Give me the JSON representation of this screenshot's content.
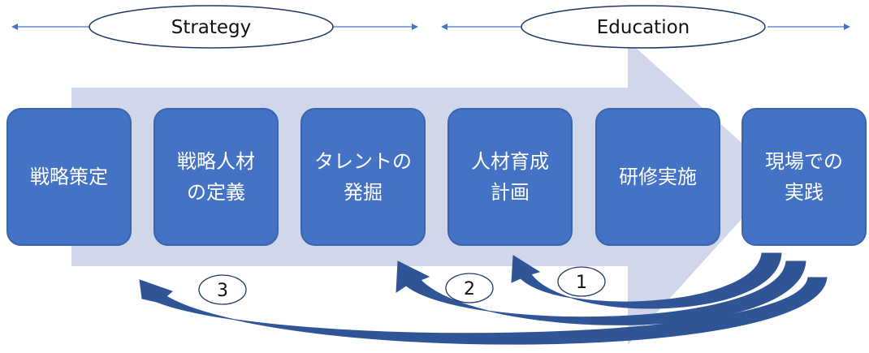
{
  "phases": [
    {
      "label": "Strategy"
    },
    {
      "label": "Education"
    }
  ],
  "steps": [
    {
      "label": "戦略策定"
    },
    {
      "label": "戦略人材\nの定義"
    },
    {
      "label": "タレントの\n発掘"
    },
    {
      "label": "人材育成\n計画"
    },
    {
      "label": "研修実施"
    },
    {
      "label": "現場での\n実践"
    }
  ],
  "feedback": [
    {
      "label": "1"
    },
    {
      "label": "2"
    },
    {
      "label": "3"
    }
  ],
  "colors": {
    "box": "#4472c4",
    "big_arrow": "#d0d7ea",
    "curve_arrow": "#2f5597",
    "line_arrow": "#4472c4"
  }
}
